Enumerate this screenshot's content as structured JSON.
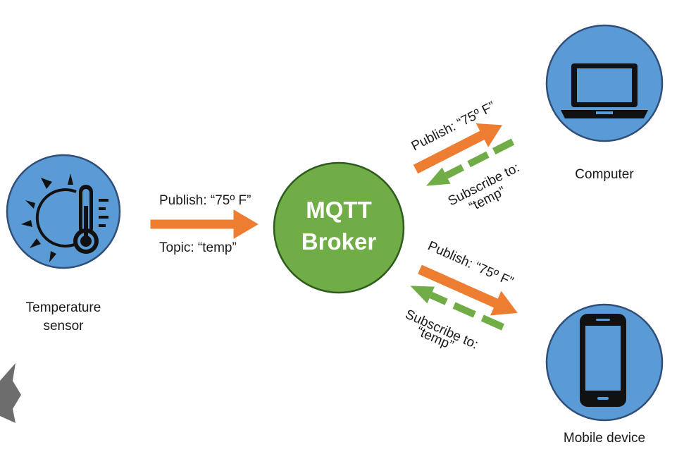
{
  "colors": {
    "node_blue": "#5b9bd5",
    "node_stroke": "#2f4f7a",
    "broker_green": "#70ad47",
    "broker_stroke": "#2e5c1e",
    "publish_arrow": "#ed7d31",
    "subscribe_arrow": "#70ad47",
    "icon": "#111111"
  },
  "icons": {
    "sensor": "thermometer-sun-icon",
    "computer": "laptop-icon",
    "mobile": "smartphone-icon"
  },
  "nodes": {
    "sensor": {
      "label_line1": "Temperature",
      "label_line2": "sensor"
    },
    "broker": {
      "label_line1": "MQTT",
      "label_line2": "Broker"
    },
    "computer": {
      "label": "Computer"
    },
    "mobile": {
      "label": "Mobile device"
    }
  },
  "edges": {
    "sensor_to_broker": {
      "publish": "Publish: “75º F”",
      "topic": "Topic: “temp”"
    },
    "broker_to_computer": {
      "publish": "Publish: “75º F”",
      "subscribe_line1": "Subscribe to:",
      "subscribe_line2": "“temp”"
    },
    "broker_to_mobile": {
      "publish": "Publish: “75º F”",
      "subscribe_line1": "Subscribe to:",
      "subscribe_line2": "“temp”"
    }
  }
}
